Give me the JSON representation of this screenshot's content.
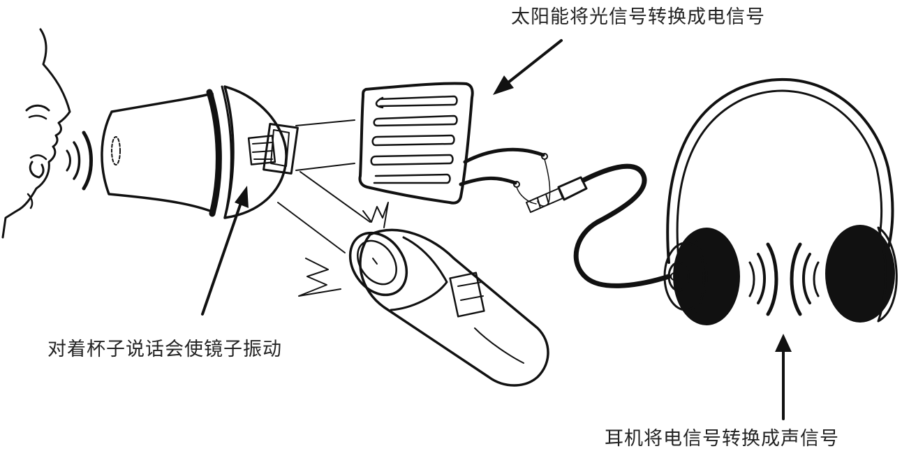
{
  "labels": {
    "solar_panel": "太阳能将光信号转换成电信号",
    "cup_mirror": "对着杯子说话会使镜子振动",
    "headphones": "耳机将电信号转换成声信号"
  },
  "colors": {
    "ink": "#111111",
    "background": "#ffffff",
    "text": "#222222"
  },
  "icons": [
    "speaker-face",
    "cup-with-mirror",
    "flashlight",
    "solar-panel",
    "audio-plug",
    "headphones"
  ]
}
